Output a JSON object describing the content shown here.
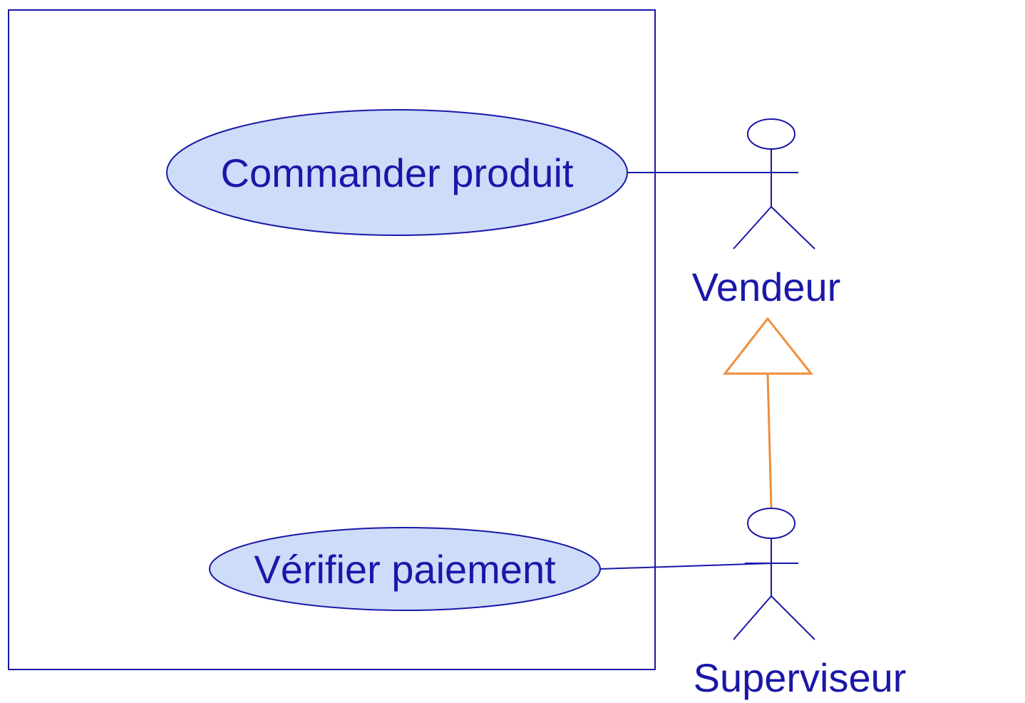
{
  "use_cases": [
    {
      "label": "Commander produit"
    },
    {
      "label": "Vérifier paiement"
    }
  ],
  "actors": [
    {
      "label": "Vendeur"
    },
    {
      "label": "Superviseur"
    }
  ],
  "colors": {
    "line": "#1a17a8",
    "text": "#1a17a8",
    "use_case_fill": "#cddcf8",
    "generalization": "#ef8e3a",
    "background": "#ffffff"
  }
}
